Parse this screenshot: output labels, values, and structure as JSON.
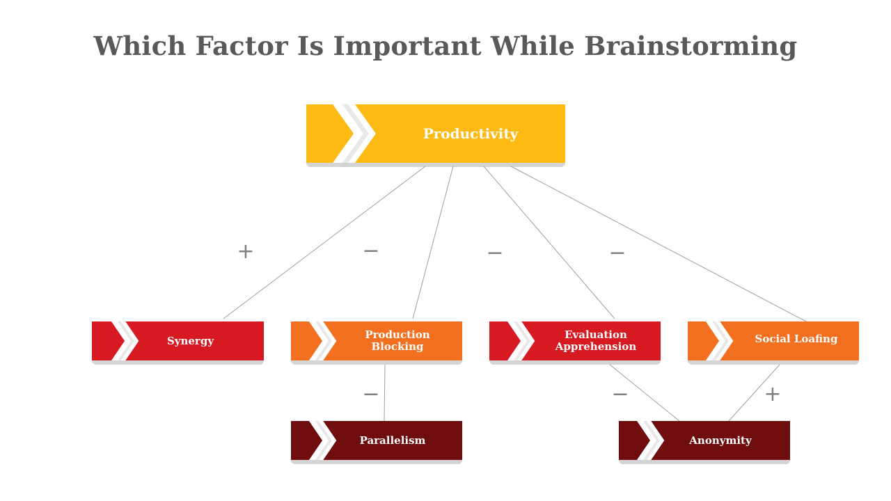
{
  "title": "Which Factor Is Important While Brainstorming",
  "colors": {
    "yellow": "#FDBA12",
    "red": "#D71A21",
    "orange": "#F37021",
    "dark_red": "#6E0C0E",
    "line": "#9e9e9e",
    "sign": "#808080"
  },
  "nodes": {
    "productivity": {
      "label": "Productivity"
    },
    "synergy": {
      "label": "Synergy"
    },
    "production_blocking": {
      "label": "Production\nBlocking"
    },
    "evaluation_apprehension": {
      "label": "Evaluation\nApprehension"
    },
    "social_loafing": {
      "label": "Social Loafing"
    },
    "parallelism": {
      "label": "Parallelism"
    },
    "anonymity": {
      "label": "Anonymity"
    }
  },
  "signs": {
    "productivity_synergy": "+",
    "productivity_production_blocking": "−",
    "productivity_evaluation_apprehension": "−",
    "productivity_social_loafing": "−",
    "production_blocking_parallelism": "−",
    "evaluation_apprehension_anonymity": "−",
    "social_loafing_anonymity": "+"
  }
}
